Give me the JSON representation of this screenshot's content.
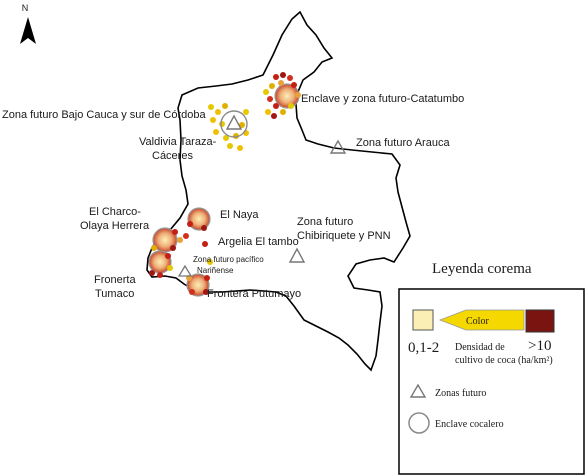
{
  "north_label": "N",
  "labels": {
    "catatumbo": "Enclave y zona futuro-Catatumbo",
    "bajo_cauca": "Zona futuro Bajo Cauca y sur de Córdoba",
    "valdivia_1": "Valdivia Taraza-",
    "valdivia_2": "Cáceres",
    "arauca": "Zona futuro Arauca",
    "charco_1": "El Charco-",
    "charco_2": "Olaya Herrera",
    "naya": "El Naya",
    "chibiriquete_1": "Zona futuro",
    "chibiriquete_2": "Chibiriquete y PNN",
    "argelia": "Argelia El tambo",
    "pacifico_1": "Zona futuro pacífico",
    "pacifico_2": "Nariñense",
    "tumaco_1": "Fronerta",
    "tumaco_2": "Tumaco",
    "putumayo": "Frontera Putumayo"
  },
  "legend": {
    "title": "Leyenda corema",
    "color_arrow": "Color",
    "low_value": "0,1-2",
    "high_value": ">10",
    "density_1": "Densidad de",
    "density_2": "cultivo de coca (ha/km²)",
    "future_zones": "Zonas futuro",
    "coca_enclave": "Enclave cocalero"
  },
  "colors": {
    "low_density": "#fbefb6",
    "high_density": "#7a1410",
    "arrow": "#f5d800",
    "border": "#000000",
    "symbol_gray": "#8a8a8a"
  }
}
